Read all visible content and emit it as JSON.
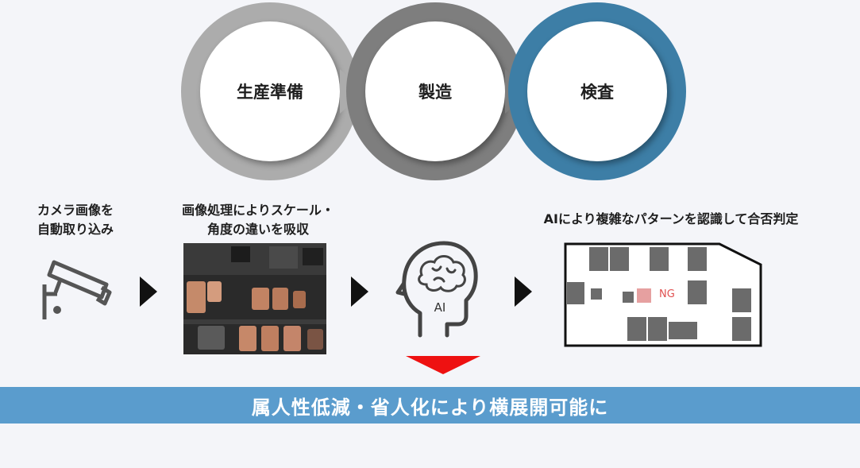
{
  "stages": [
    {
      "label": "生産準備",
      "color": "#acacac"
    },
    {
      "label": "製造",
      "color": "#7e7e7e"
    },
    {
      "label": "検査",
      "color": "#3d7ea6"
    }
  ],
  "steps": {
    "camera": {
      "line1": "カメラ画像を",
      "line2": "自動取り込み",
      "icon": "security-camera-icon"
    },
    "processing": {
      "line1": "画像処理によりスケール・",
      "line2": "角度の違いを吸収",
      "image": "fuse-box-photo"
    },
    "ai": {
      "text": "AI",
      "icon": "ai-brain-head-icon"
    },
    "judgement": {
      "line1": "AIにより複雑なパターンを認識して合否判定",
      "ng_label": "NG",
      "ng_color": "#e05050"
    }
  },
  "banner": {
    "text": "属人性低減・省人化により横展開可能に"
  },
  "colors": {
    "banner": "#5a9ccd",
    "accent_arrow": "#ee1111"
  }
}
